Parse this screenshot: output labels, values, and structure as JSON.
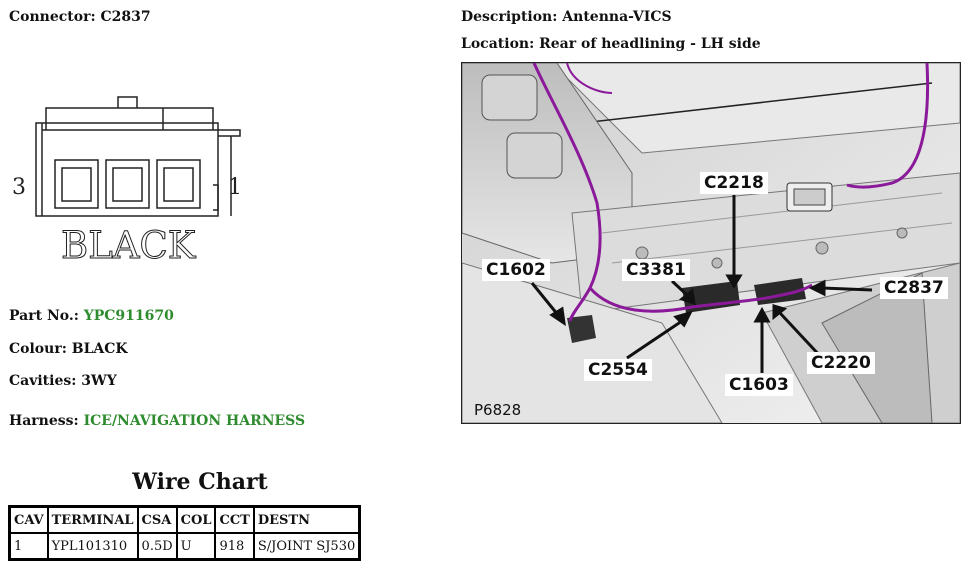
{
  "connector": {
    "label": "Connector:",
    "value": "C2837"
  },
  "description": {
    "label": "Description:",
    "value": "Antenna-VICS"
  },
  "location": {
    "label": "Location:",
    "value": "Rear of headlining - LH side"
  },
  "diagram": {
    "pin_left": "3",
    "pin_right": "1",
    "colour_text": "BLACK"
  },
  "part_no": {
    "label": "Part No.:",
    "value": "YPC911670"
  },
  "colour": {
    "label": "Colour:",
    "value": "BLACK"
  },
  "cavities": {
    "label": "Cavities:",
    "value": "3WY"
  },
  "harness": {
    "label": "Harness:",
    "value": "ICE/NAVIGATION HARNESS"
  },
  "photo": {
    "id": "P6828",
    "callouts": {
      "c2218": "C2218",
      "c1602": "C1602",
      "c3381": "C3381",
      "c2837": "C2837",
      "c2554": "C2554",
      "c1603": "C1603",
      "c2220": "C2220"
    }
  },
  "wire_chart": {
    "title": "Wire Chart",
    "headers": [
      "CAV",
      "TERMINAL",
      "CSA",
      "COL",
      "CCT",
      "DESTN"
    ],
    "rows": [
      [
        "1",
        "YPL101310",
        "0.5D",
        "U",
        "918",
        "S/JOINT SJ530"
      ]
    ]
  },
  "colors": {
    "green_text": "#2e8b2e",
    "harness_wire": "#8b1a9a"
  }
}
